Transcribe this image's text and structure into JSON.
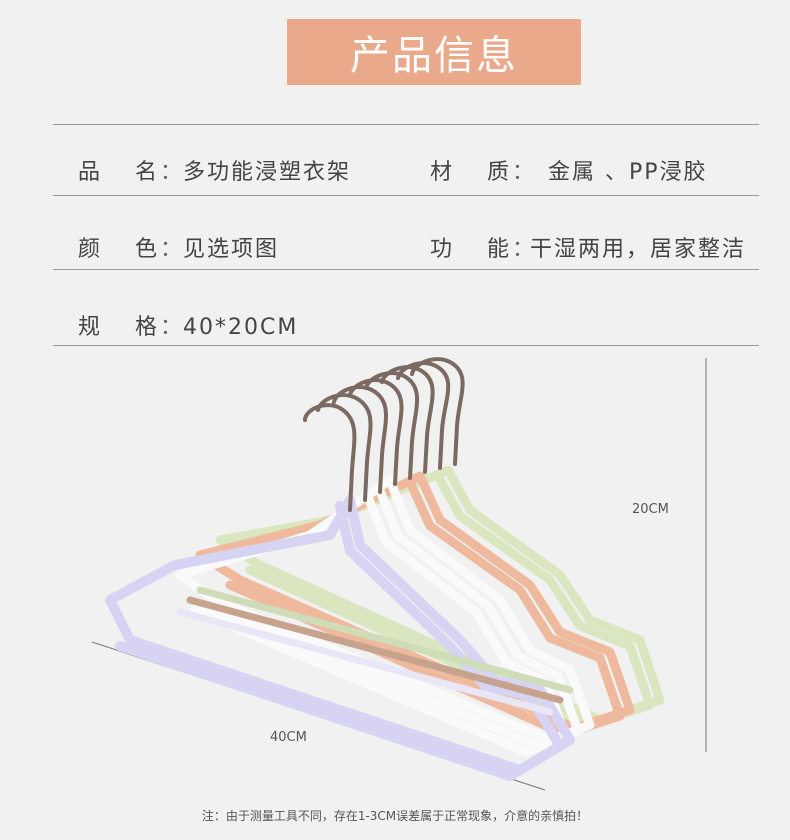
{
  "header": {
    "title": "产品信息"
  },
  "specs": {
    "name_label": "品 名",
    "name_value": "多功能浸塑衣架",
    "material_label": "材 质",
    "material_value": "金属 、PP浸胶",
    "color_label": "颜 色",
    "color_value": "见选项图",
    "function_label": "功 能",
    "function_value": "干湿两用，居家整洁",
    "size_label": "规 格",
    "size_value": "40*20CM"
  },
  "dimensions": {
    "height": "20CM",
    "width": "40CM"
  },
  "footer": {
    "note": "注：由于测量工具不同，存在1-3CM误差属于正常现象，介意的亲慎拍！"
  },
  "colors": {
    "title_bg": "#e9a98a",
    "hanger_purple": "#d6d4f2",
    "hanger_white": "#fafafa",
    "hanger_pink": "#eeb99c",
    "hanger_green": "#d9e6bf",
    "hook": "#7a6a62"
  }
}
